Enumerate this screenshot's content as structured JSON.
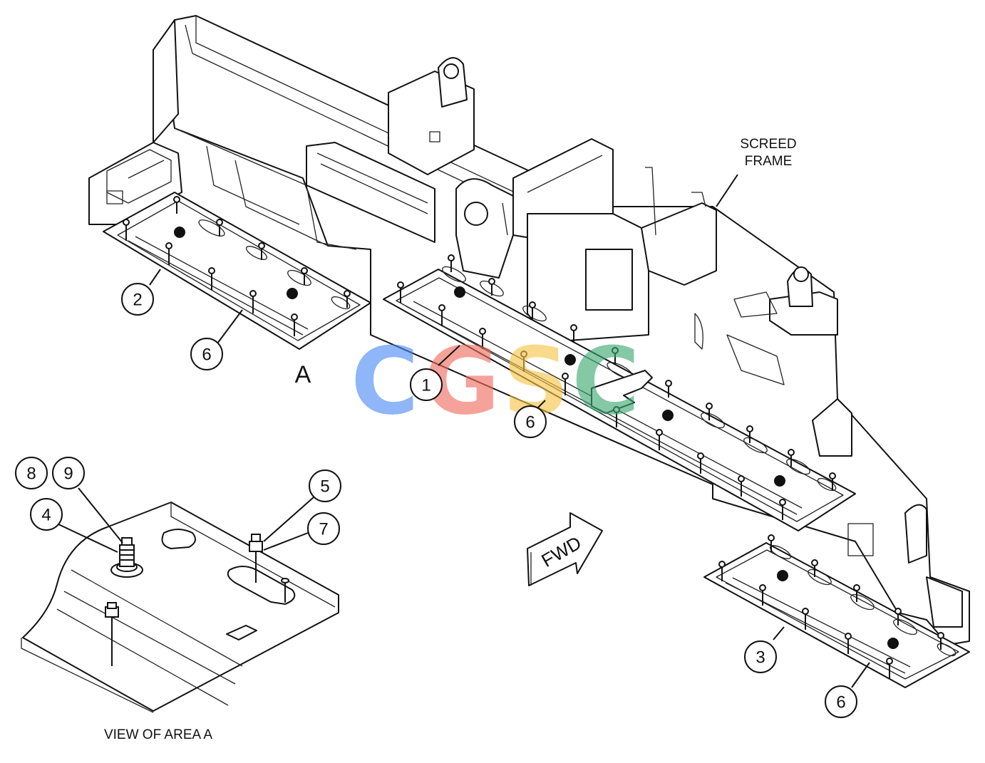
{
  "callouts": [
    "1",
    "2",
    "3",
    "4",
    "5",
    "6",
    "6",
    "6",
    "7",
    "8",
    "9"
  ],
  "labels": {
    "screed_frame_line1": "SCREED",
    "screed_frame_line2": "FRAME",
    "area_marker": "A",
    "view_caption": "VIEW OF AREA A",
    "direction_arrow": "FWD"
  },
  "watermark": {
    "letters": [
      "C",
      "G",
      "S",
      "C"
    ],
    "colors": [
      "#4a8af4",
      "#f06a5e",
      "#f6c544",
      "#3aa870"
    ]
  }
}
